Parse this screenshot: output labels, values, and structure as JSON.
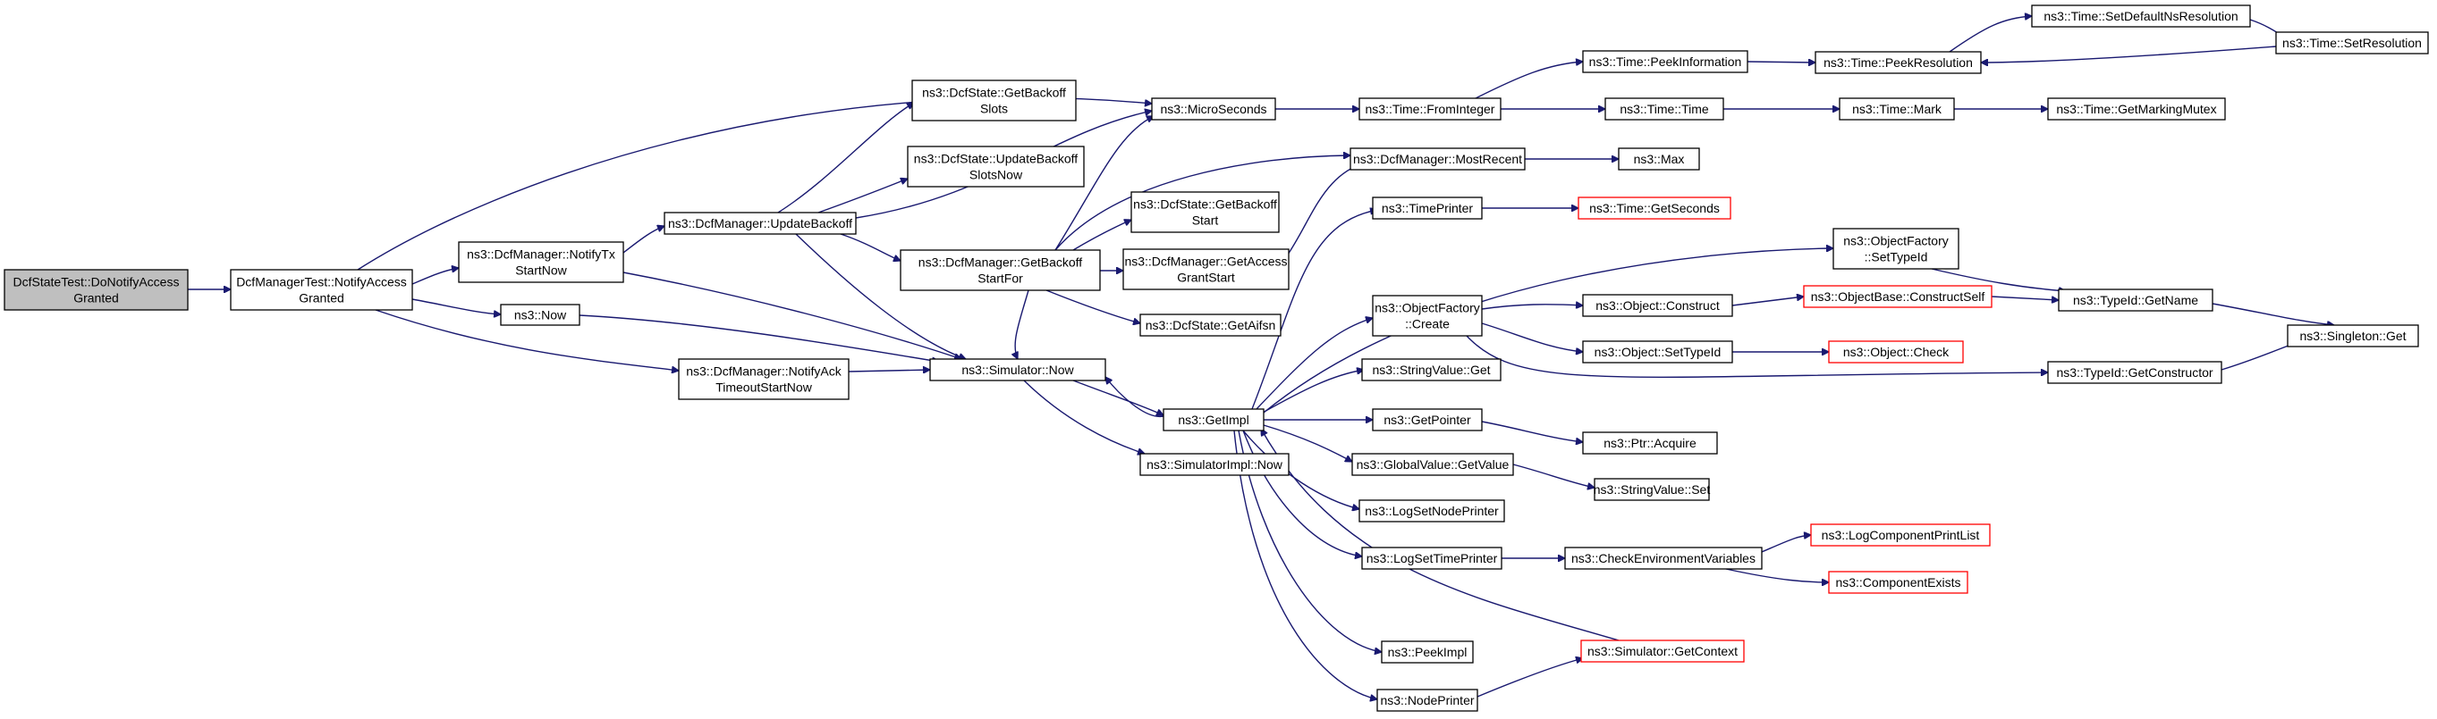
{
  "nodes": [
    {
      "id": "n0",
      "lines": [
        "DcfStateTest::DoNotifyAccess",
        "Granted"
      ],
      "style": "root"
    },
    {
      "id": "n1",
      "lines": [
        "DcfManagerTest::NotifyAccess",
        "Granted"
      ]
    },
    {
      "id": "n2",
      "lines": [
        "ns3::DcfManager::NotifyTx",
        "StartNow"
      ]
    },
    {
      "id": "n3",
      "lines": [
        "ns3::Now"
      ]
    },
    {
      "id": "n4",
      "lines": [
        "ns3::DcfManager::NotifyAck",
        "TimeoutStartNow"
      ]
    },
    {
      "id": "n5",
      "lines": [
        "ns3::MicroSeconds"
      ]
    },
    {
      "id": "n6",
      "lines": [
        "ns3::DcfManager::UpdateBackoff"
      ]
    },
    {
      "id": "n7",
      "lines": [
        "ns3::Simulator::Now"
      ]
    },
    {
      "id": "n8",
      "lines": [
        "ns3::DcfState::GetBackoff",
        "Slots"
      ]
    },
    {
      "id": "n9",
      "lines": [
        "ns3::DcfState::UpdateBackoff",
        "SlotsNow"
      ]
    },
    {
      "id": "n10",
      "lines": [
        "ns3::DcfManager::GetBackoff",
        "StartFor"
      ]
    },
    {
      "id": "n11",
      "lines": [
        "ns3::DcfState::GetBackoff",
        "Start"
      ]
    },
    {
      "id": "n12",
      "lines": [
        "ns3::DcfManager::GetAccess",
        "GrantStart"
      ]
    },
    {
      "id": "n13",
      "lines": [
        "ns3::DcfState::GetAifsn"
      ]
    },
    {
      "id": "n14",
      "lines": [
        "ns3::GetImpl"
      ]
    },
    {
      "id": "n15",
      "lines": [
        "ns3::SimulatorImpl::Now"
      ]
    },
    {
      "id": "n16",
      "lines": [
        "ns3::Time::FromInteger"
      ]
    },
    {
      "id": "n17",
      "lines": [
        "ns3::DcfManager::MostRecent"
      ]
    },
    {
      "id": "n18",
      "lines": [
        "ns3::TimePrinter"
      ]
    },
    {
      "id": "n19",
      "lines": [
        "ns3::ObjectFactory",
        "::Create"
      ]
    },
    {
      "id": "n20",
      "lines": [
        "ns3::StringValue::Get"
      ]
    },
    {
      "id": "n21",
      "lines": [
        "ns3::GetPointer"
      ]
    },
    {
      "id": "n22",
      "lines": [
        "ns3::GlobalValue::GetValue"
      ]
    },
    {
      "id": "n23",
      "lines": [
        "ns3::LogSetNodePrinter"
      ]
    },
    {
      "id": "n24",
      "lines": [
        "ns3::LogSetTimePrinter"
      ]
    },
    {
      "id": "n25",
      "lines": [
        "ns3::PeekImpl"
      ]
    },
    {
      "id": "n26",
      "lines": [
        "ns3::NodePrinter"
      ]
    },
    {
      "id": "n27",
      "lines": [
        "ns3::Time::PeekInformation"
      ]
    },
    {
      "id": "n28",
      "lines": [
        "ns3::Time::Time"
      ]
    },
    {
      "id": "n29",
      "lines": [
        "ns3::Max"
      ]
    },
    {
      "id": "n30",
      "lines": [
        "ns3::Time::GetSeconds"
      ],
      "style": "red"
    },
    {
      "id": "n31",
      "lines": [
        "ns3::Object::Construct"
      ]
    },
    {
      "id": "n32",
      "lines": [
        "ns3::Object::SetTypeId"
      ]
    },
    {
      "id": "n33",
      "lines": [
        "ns3::Ptr::Acquire"
      ]
    },
    {
      "id": "n34",
      "lines": [
        "ns3::StringValue::Set"
      ]
    },
    {
      "id": "n35",
      "lines": [
        "ns3::CheckEnvironmentVariables"
      ]
    },
    {
      "id": "n36",
      "lines": [
        "ns3::Simulator::GetContext"
      ],
      "style": "red"
    },
    {
      "id": "n37",
      "lines": [
        "ns3::Time::PeekResolution"
      ]
    },
    {
      "id": "n38",
      "lines": [
        "ns3::Time::Mark"
      ]
    },
    {
      "id": "n39",
      "lines": [
        "ns3::ObjectBase::ConstructSelf"
      ],
      "style": "red"
    },
    {
      "id": "n40",
      "lines": [
        "ns3::Object::Check"
      ],
      "style": "red"
    },
    {
      "id": "n41",
      "lines": [
        "ns3::LogComponentPrintList"
      ],
      "style": "red"
    },
    {
      "id": "n42",
      "lines": [
        "ns3::ComponentExists"
      ],
      "style": "red"
    },
    {
      "id": "n43",
      "lines": [
        "ns3::Time::SetDefaultNsResolution"
      ]
    },
    {
      "id": "n44",
      "lines": [
        "ns3::Time::GetMarkingMutex"
      ]
    },
    {
      "id": "n45",
      "lines": [
        "ns3::ObjectFactory",
        "::SetTypeId"
      ]
    },
    {
      "id": "n46",
      "lines": [
        "ns3::TypeId::GetConstructor"
      ]
    },
    {
      "id": "n47",
      "lines": [
        "ns3::TypeId::GetName"
      ]
    },
    {
      "id": "n48",
      "lines": [
        "ns3::Time::SetResolution"
      ]
    },
    {
      "id": "n49",
      "lines": [
        "ns3::Singleton::Get"
      ]
    }
  ],
  "edges": [
    [
      "n0",
      "n1"
    ],
    [
      "n1",
      "n5"
    ],
    [
      "n1",
      "n2"
    ],
    [
      "n1",
      "n3"
    ],
    [
      "n1",
      "n4"
    ],
    [
      "n2",
      "n6"
    ],
    [
      "n2",
      "n7"
    ],
    [
      "n3",
      "n7"
    ],
    [
      "n4",
      "n7"
    ],
    [
      "n6",
      "n5"
    ],
    [
      "n6",
      "n7"
    ],
    [
      "n6",
      "n8"
    ],
    [
      "n6",
      "n9"
    ],
    [
      "n6",
      "n10"
    ],
    [
      "n10",
      "n5"
    ],
    [
      "n10",
      "n7"
    ],
    [
      "n10",
      "n11"
    ],
    [
      "n10",
      "n12"
    ],
    [
      "n10",
      "n13"
    ],
    [
      "n10",
      "n17"
    ],
    [
      "n12",
      "n17"
    ],
    [
      "n7",
      "n14"
    ],
    [
      "n7",
      "n15"
    ],
    [
      "n14",
      "n7"
    ],
    [
      "n14",
      "n18"
    ],
    [
      "n14",
      "n19"
    ],
    [
      "n14",
      "n20"
    ],
    [
      "n14",
      "n21"
    ],
    [
      "n14",
      "n22"
    ],
    [
      "n14",
      "n23"
    ],
    [
      "n14",
      "n24"
    ],
    [
      "n14",
      "n25"
    ],
    [
      "n14",
      "n26"
    ],
    [
      "n14",
      "n45"
    ],
    [
      "n5",
      "n16"
    ],
    [
      "n16",
      "n27"
    ],
    [
      "n16",
      "n28"
    ],
    [
      "n17",
      "n29"
    ],
    [
      "n18",
      "n30"
    ],
    [
      "n19",
      "n31"
    ],
    [
      "n19",
      "n32"
    ],
    [
      "n19",
      "n46"
    ],
    [
      "n21",
      "n33"
    ],
    [
      "n22",
      "n34"
    ],
    [
      "n24",
      "n35"
    ],
    [
      "n26",
      "n36"
    ],
    [
      "n36",
      "n14"
    ],
    [
      "n27",
      "n37"
    ],
    [
      "n28",
      "n38"
    ],
    [
      "n31",
      "n39"
    ],
    [
      "n32",
      "n40"
    ],
    [
      "n35",
      "n41"
    ],
    [
      "n35",
      "n42"
    ],
    [
      "n37",
      "n43"
    ],
    [
      "n38",
      "n44"
    ],
    [
      "n39",
      "n47"
    ],
    [
      "n43",
      "n48"
    ],
    [
      "n48",
      "n37"
    ],
    [
      "n45",
      "n47"
    ],
    [
      "n46",
      "n49"
    ],
    [
      "n47",
      "n49"
    ]
  ]
}
